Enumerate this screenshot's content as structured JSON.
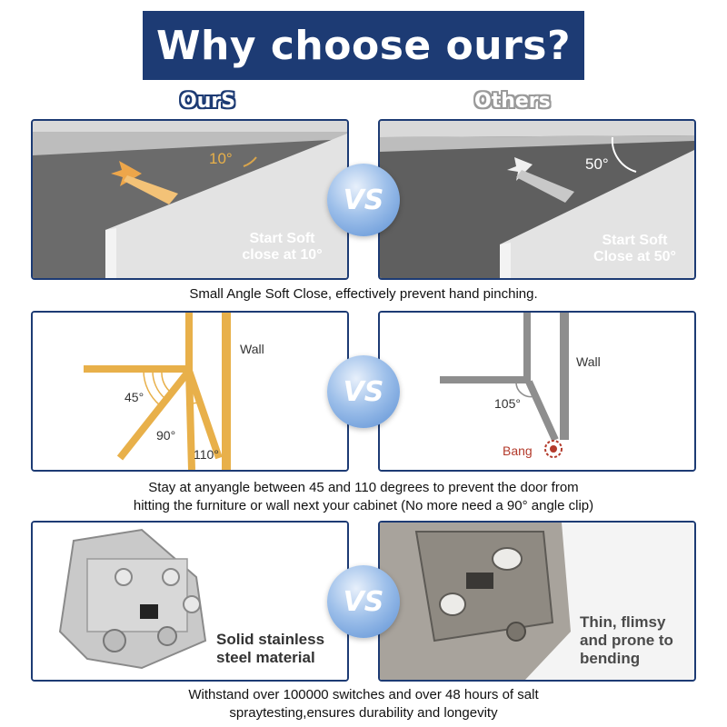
{
  "banner": {
    "title": "Why choose ours?"
  },
  "headers": {
    "ours": "OurS",
    "others": "Others"
  },
  "vs_label": "VS",
  "row1": {
    "ours": {
      "angle": "10°",
      "caption_line1": "Start Soft",
      "caption_line2": "close at 10°"
    },
    "others": {
      "angle": "50°",
      "caption_line1": "Start Soft",
      "caption_line2": "Close at 50°"
    },
    "caption": "Small Angle Soft Close, effectively prevent hand pinching."
  },
  "row2": {
    "ours": {
      "wall": "Wall",
      "angle1": "45°",
      "angle2": "90°",
      "angle3": "110°"
    },
    "others": {
      "wall": "Wall",
      "angle": "105°",
      "bang": "Bang"
    },
    "caption_line1": "Stay at anyangle between 45 and 110 degrees to prevent the door from",
    "caption_line2": "hitting the furniture or wall next your cabinet (No more need a 90° angle clip)"
  },
  "row3": {
    "ours": {
      "label_line1": "Solid stainless",
      "label_line2": "steel material"
    },
    "others": {
      "label_line1": "Thin, flimsy",
      "label_line2": "and prone to",
      "label_line3": "bending"
    },
    "caption_line1": "Withstand over 100000 switches and over 48 hours of salt",
    "caption_line2": "spraytesting,ensures durability and longevity"
  },
  "colors": {
    "navy": "#1d3b74",
    "accent_orange": "#e8b04a",
    "gray_dark": "#5a5a5a"
  }
}
